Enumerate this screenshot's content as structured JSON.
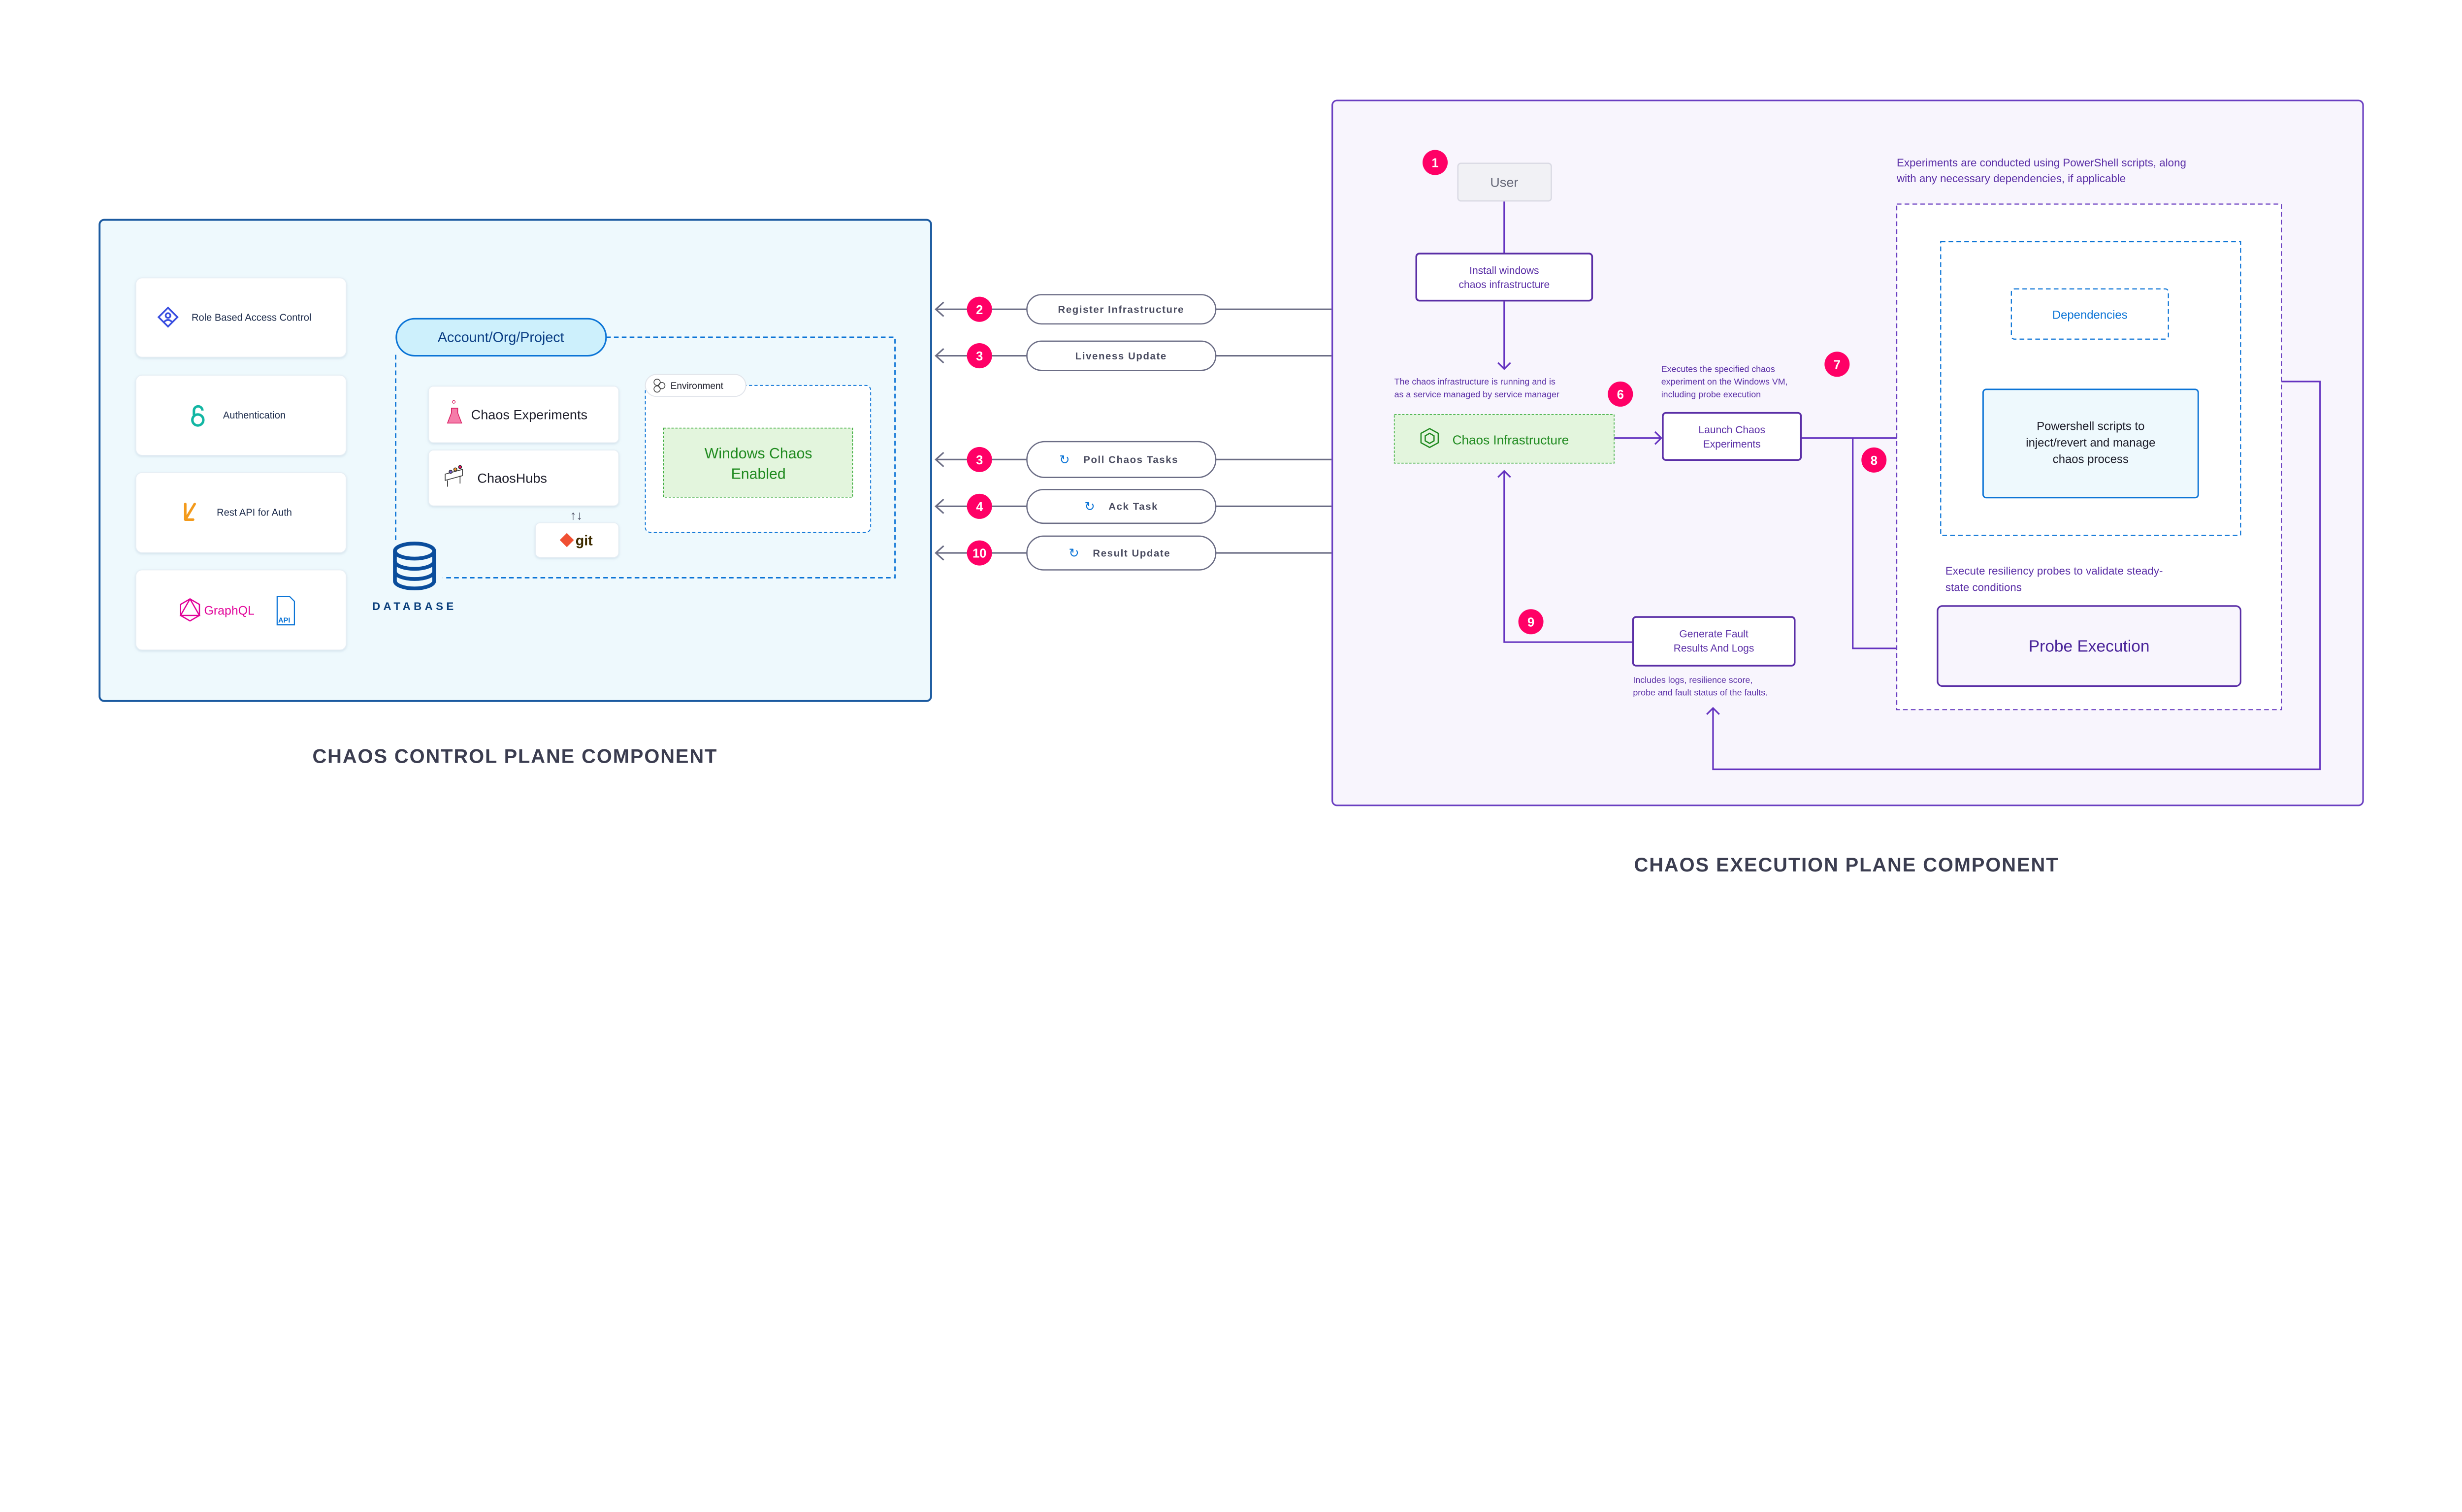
{
  "colors": {
    "badge": "#ff0066",
    "control_plane_border": "#1b5aa0",
    "execution_plane_border": "#6a3fc1",
    "flow_line": "#6432c0",
    "message_line": "#6b6d85",
    "dependency_blue": "#0b74d6",
    "enabled_green": "#1f8a1f"
  },
  "control_plane": {
    "title": "CHAOS CONTROL PLANE COMPONENT",
    "cards": [
      {
        "label": "Role Based Access Control",
        "icon": "rbac-icon"
      },
      {
        "label": "Authentication",
        "icon": "open-lock-icon"
      },
      {
        "label": "Rest API for Auth",
        "icon": "rest-api-icon"
      },
      {
        "label": "GraphQL",
        "icon": "graphql-icon",
        "extra": "API"
      }
    ],
    "scope_label": "Account/Org/Project",
    "modules": {
      "experiments": "Chaos Experiments",
      "hubs": "ChaosHubs",
      "git": "git",
      "sync_arrows": "↑↓"
    },
    "environment": {
      "label": "Environment",
      "status_line1": "Windows Chaos",
      "status_line2": "Enabled"
    },
    "database_label": "DATABASE"
  },
  "messages": [
    {
      "step": "2",
      "label": "Register Infrastructure",
      "icon": ""
    },
    {
      "step": "3",
      "label": "Liveness Update",
      "icon": ""
    },
    {
      "step": "3",
      "label": "Poll Chaos Tasks",
      "icon": "↻"
    },
    {
      "step": "4",
      "label": "Ack Task",
      "icon": "↻"
    },
    {
      "step": "10",
      "label": "Result Update",
      "icon": "↻"
    }
  ],
  "execution_plane": {
    "title": "CHAOS EXECUTION PLANE COMPONENT",
    "user": {
      "step": "1",
      "label": "User"
    },
    "install": [
      "Install windows",
      "chaos infrastructure"
    ],
    "infra_note": {
      "step": "6",
      "lines": [
        "The chaos infrastructure is running and is",
        "as a service managed by service manager"
      ]
    },
    "chaos_infrastructure": "Chaos Infrastructure",
    "launch": [
      "Launch Chaos",
      "Experiments"
    ],
    "launch_note": {
      "step": "7",
      "lines": [
        "Executes the specified chaos",
        "experiment on the Windows VM,",
        "including probe execution"
      ]
    },
    "branch_step": "8",
    "powershell_note": [
      "Experiments are conducted using PowerShell scripts, along",
      "with any necessary dependencies, if applicable"
    ],
    "dependencies": "Dependencies",
    "powershell": [
      "Powershell scripts to",
      "inject/revert and manage",
      "chaos process"
    ],
    "probe_note": [
      "Execute resiliency probes to validate steady-",
      "state conditions"
    ],
    "probe": "Probe Execution",
    "generate": [
      "Generate Fault",
      "Results And Logs"
    ],
    "generate_note": [
      "Includes logs, resilience score,",
      "probe and fault status of the faults."
    ],
    "return_step": "9"
  }
}
